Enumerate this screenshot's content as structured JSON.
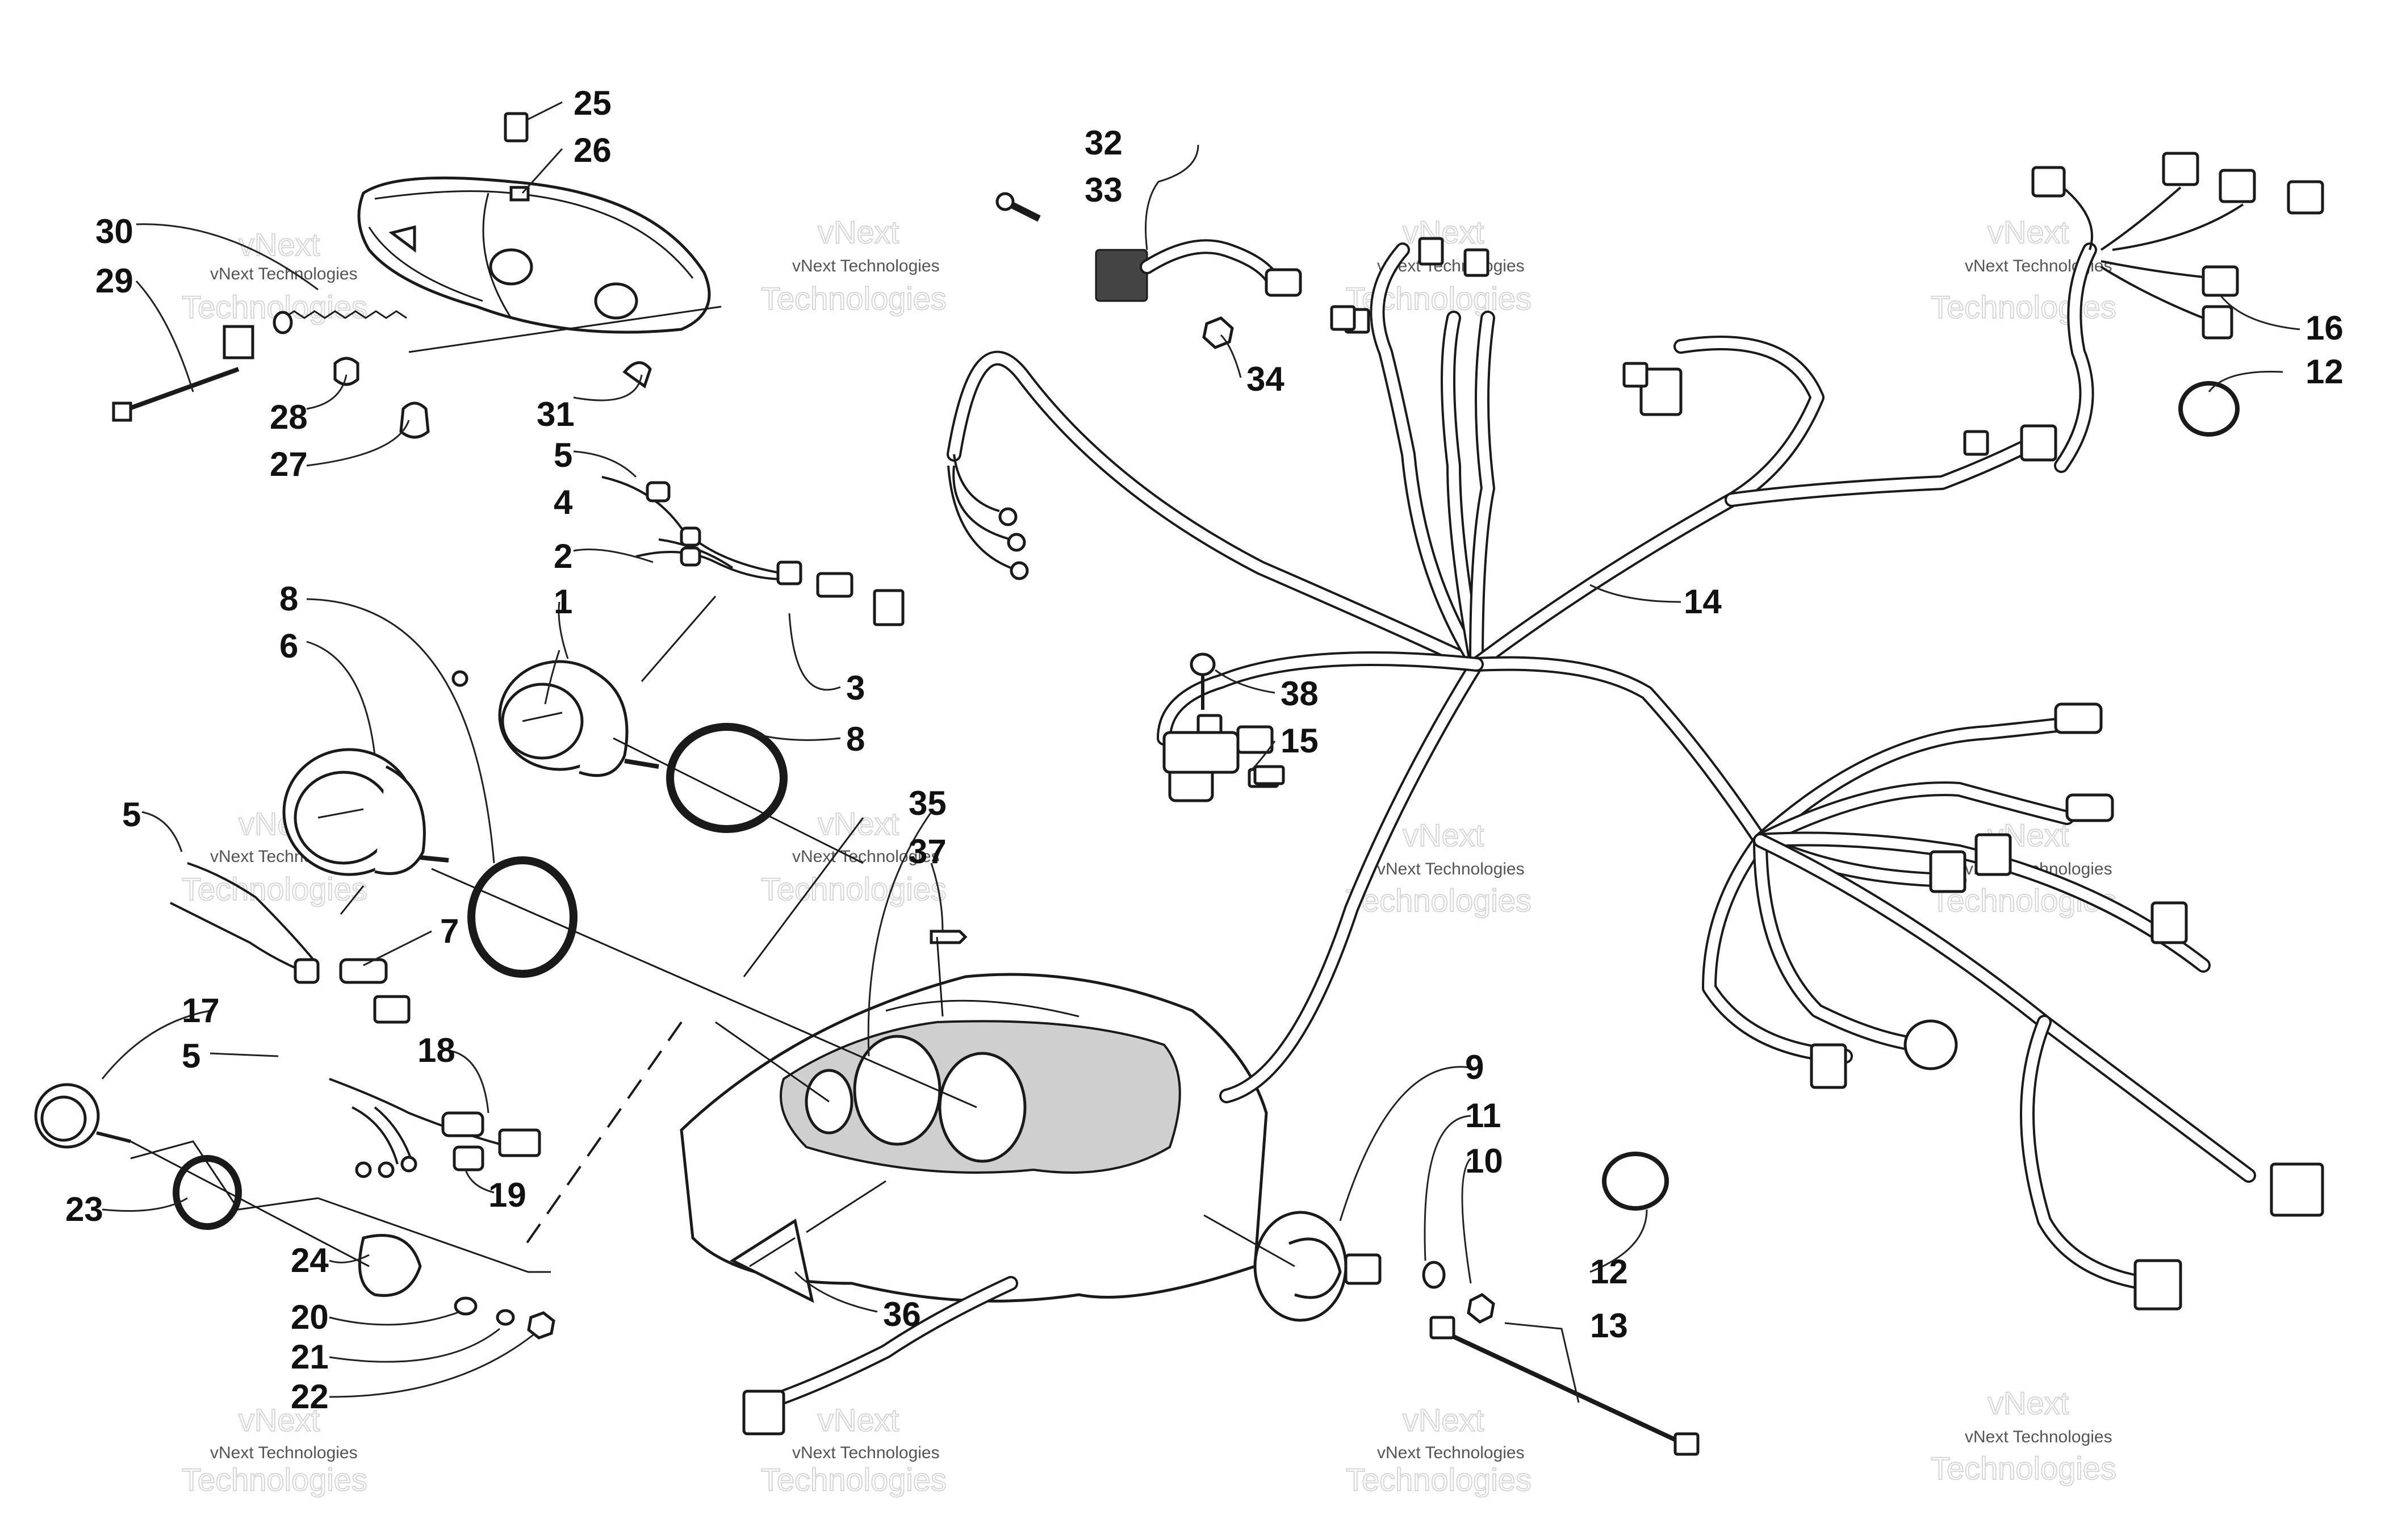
{
  "callouts": {
    "c1": "1",
    "c2": "2",
    "c3": "3",
    "c4": "4",
    "c5a": "5",
    "c5b": "5",
    "c5c": "5",
    "c6": "6",
    "c7": "7",
    "c8a": "8",
    "c8b": "8",
    "c9": "9",
    "c10": "10",
    "c11": "11",
    "c12a": "12",
    "c12b": "12",
    "c13": "13",
    "c14": "14",
    "c15": "15",
    "c16": "16",
    "c17": "17",
    "c18": "18",
    "c19": "19",
    "c20": "20",
    "c21": "21",
    "c22": "22",
    "c23": "23",
    "c24": "24",
    "c25": "25",
    "c26": "26",
    "c27": "27",
    "c28": "28",
    "c29": "29",
    "c30": "30",
    "c31": "31",
    "c32": "32",
    "c33": "33",
    "c34": "34",
    "c35": "35",
    "c36": "36",
    "c37": "37",
    "c38": "38"
  },
  "watermark": {
    "line1": "vNext Technologies",
    "line2a": "vNext",
    "line2b": "Technologies"
  },
  "colors": {
    "ink": "#1a1a1a",
    "paper": "#ffffff",
    "watermark": "#d6d6d6"
  }
}
